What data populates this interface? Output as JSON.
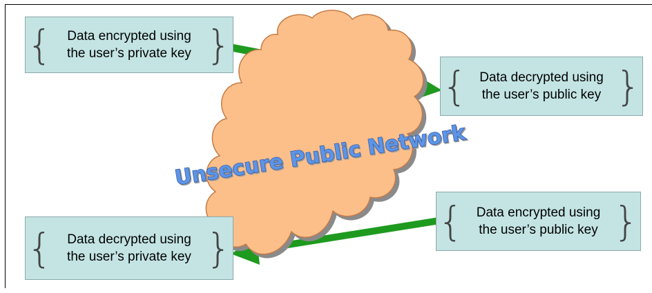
{
  "network": {
    "label": "Unsecure Public Network"
  },
  "boxes": {
    "top_left": {
      "line1": "Data encrypted using",
      "line2": "the user’s private key"
    },
    "top_right": {
      "line1": "Data decrypted using",
      "line2": "the user’s public key"
    },
    "bottom_right": {
      "line1": "Data encrypted using",
      "line2": "the user’s public key"
    },
    "bottom_left": {
      "line1": "Data decrypted using",
      "line2": "the user’s private key"
    }
  },
  "colors": {
    "box_fill": "#c4e4e4",
    "cloud_fill": "#fcbf8a",
    "arrow": "#1e9a1e",
    "network_text": "#5d95e6"
  }
}
